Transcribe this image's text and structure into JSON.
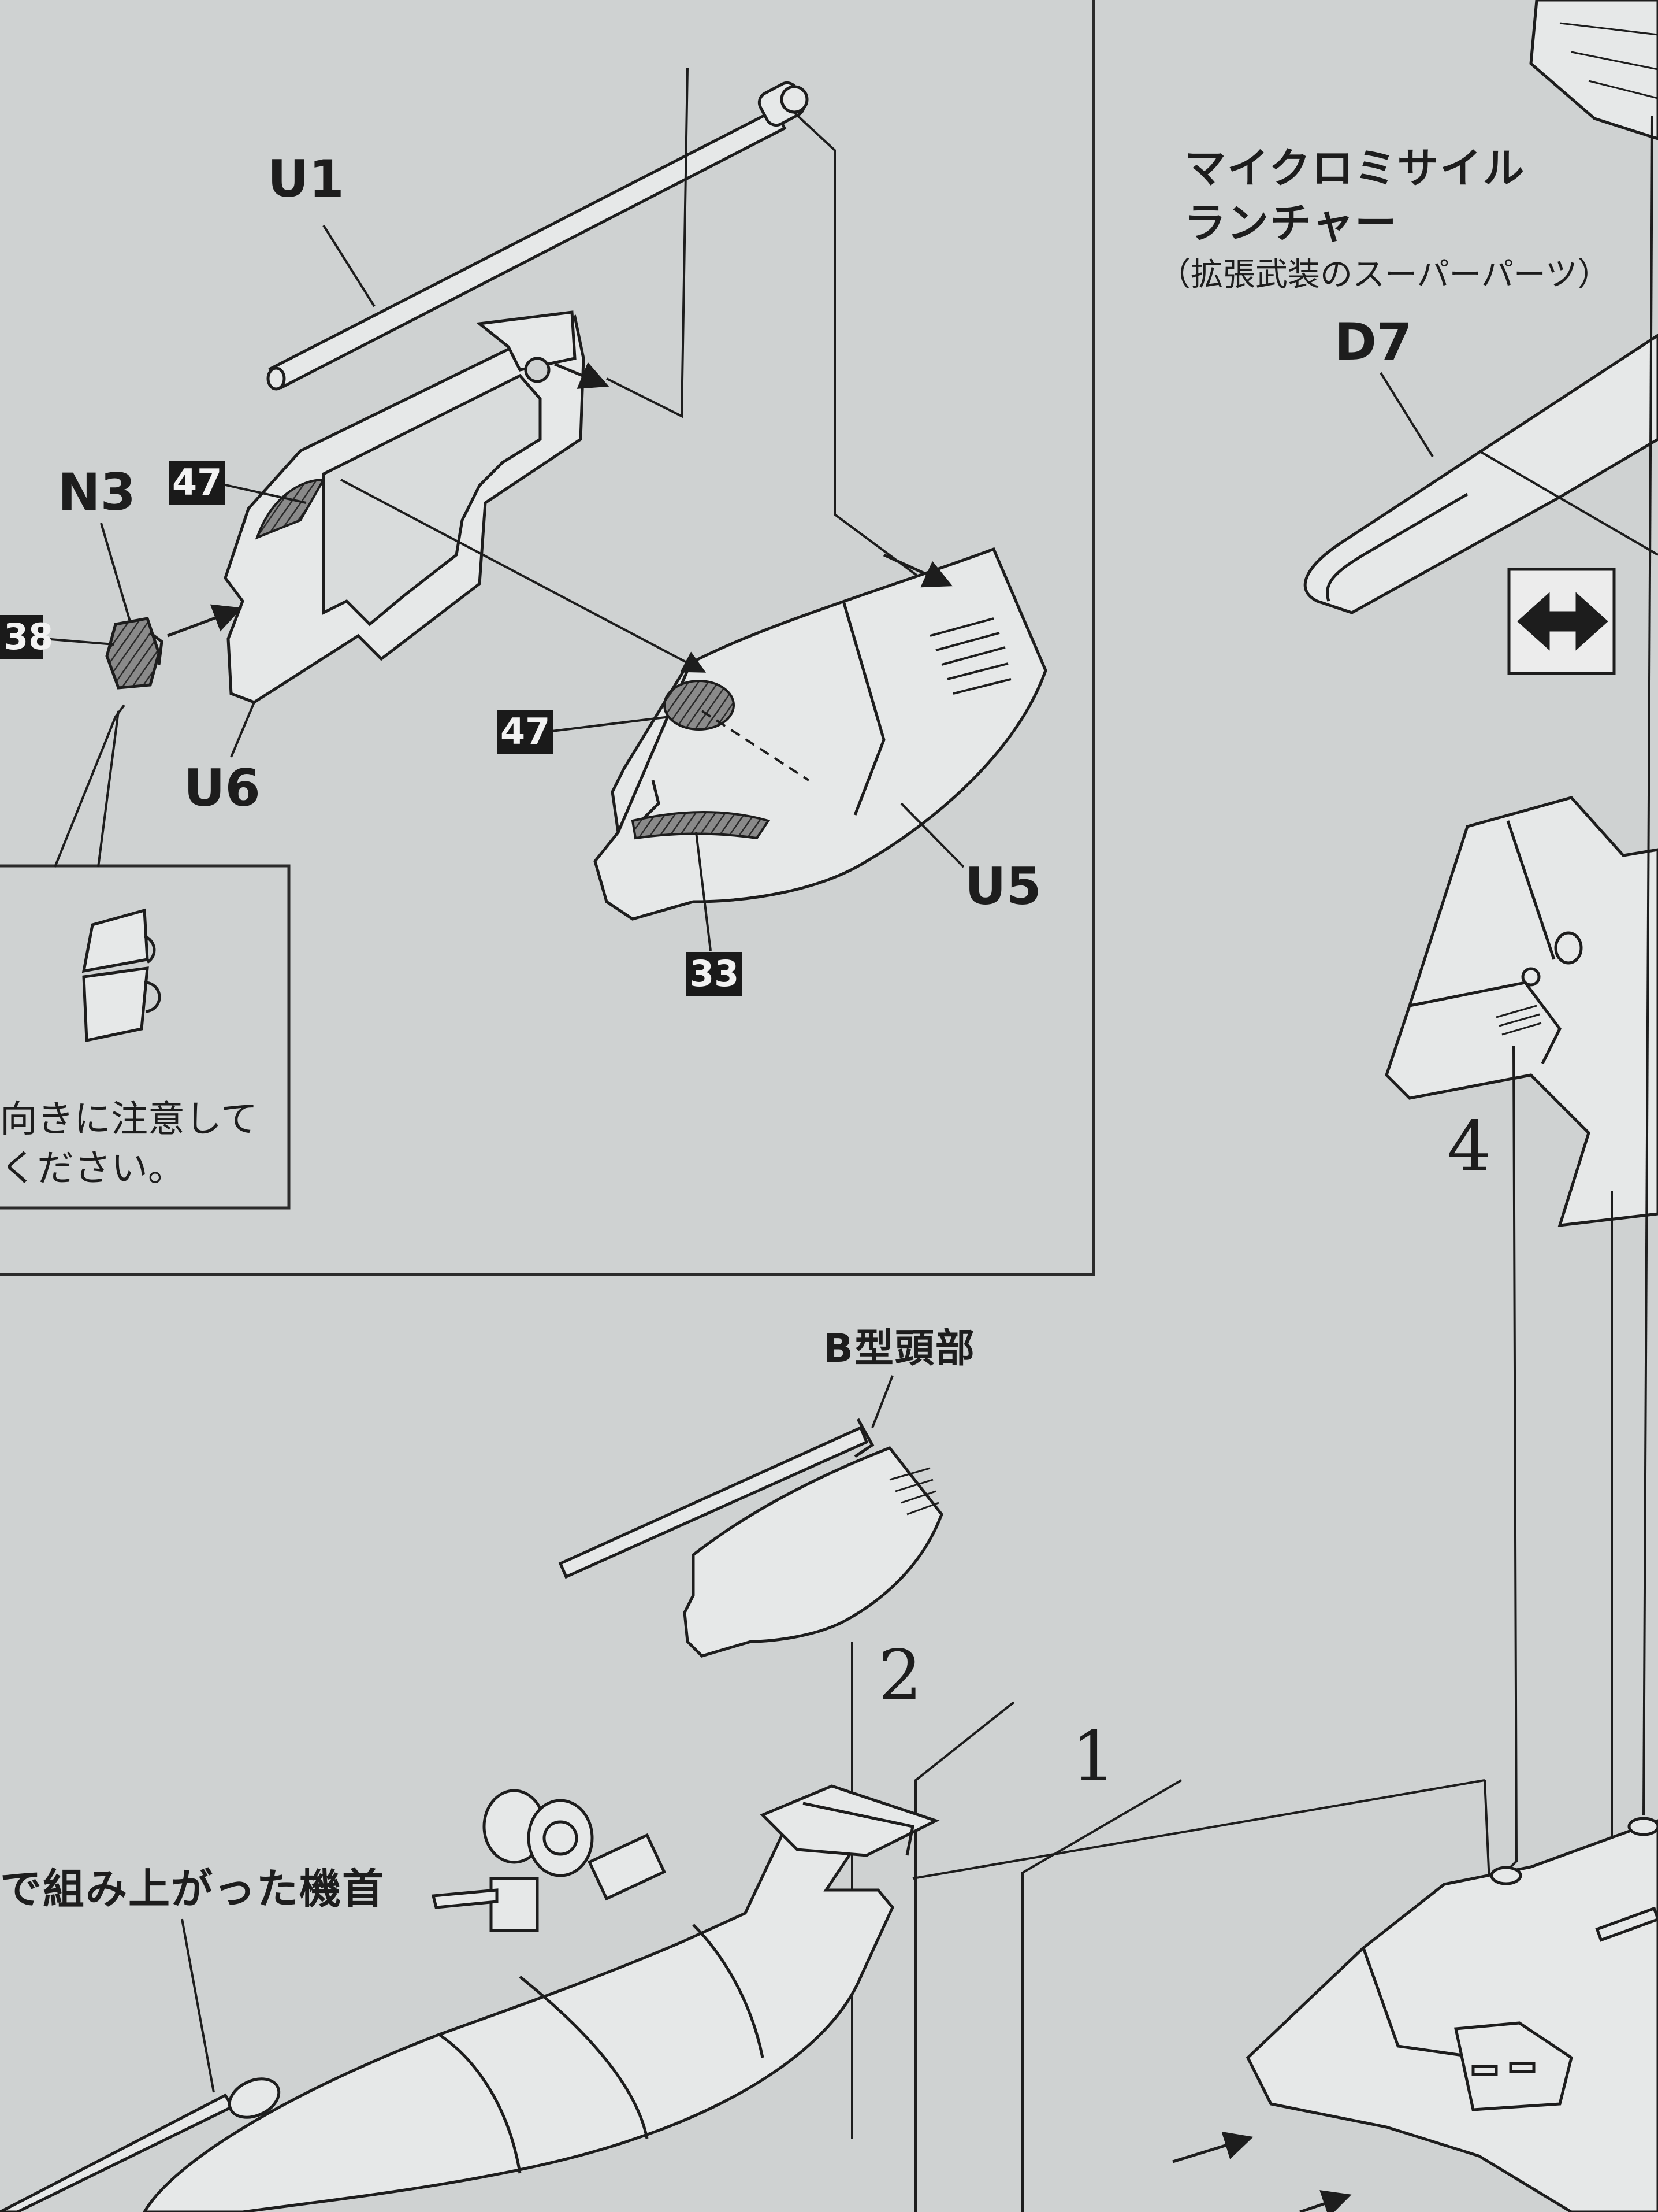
{
  "parts": {
    "u1": "U1",
    "u5": "U5",
    "u6": "U6",
    "n3": "N3",
    "d7": "D7"
  },
  "decals": {
    "d47_upper": "47",
    "d47_lower": "47",
    "d33": "33",
    "d38": "38"
  },
  "labels": {
    "launcher_line1": "マイクロミサイル",
    "launcher_line2": "ランチャー",
    "launcher_note": "（拡張武装のスーパーパーツ）",
    "b_type_head": "B型頭部",
    "nose_assembled": "で組み上がった機首",
    "orientation_note_line1": "向きに注意して",
    "orientation_note_line2": "ください。"
  },
  "steps": {
    "s1": "1",
    "s2": "2",
    "s4": "4"
  },
  "colors": {
    "paper": "#cfd2d2",
    "ink": "#1d1d1d",
    "decal_fill": "#1a1a1a"
  },
  "icons": [
    "double-arrow-icon"
  ]
}
